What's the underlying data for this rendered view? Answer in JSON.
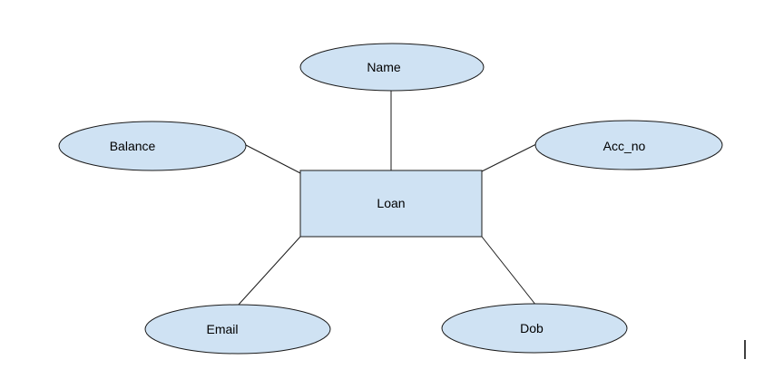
{
  "diagram": {
    "entity": {
      "label": "Loan"
    },
    "attributes": {
      "name": {
        "label": "Name"
      },
      "balance": {
        "label": "Balance"
      },
      "acc_no": {
        "label": "Acc_no"
      },
      "email": {
        "label": "Email"
      },
      "dob": {
        "label": "Dob"
      }
    }
  },
  "colors": {
    "shape_fill": "#cfe2f3",
    "shape_stroke": "#1a1a1a"
  }
}
